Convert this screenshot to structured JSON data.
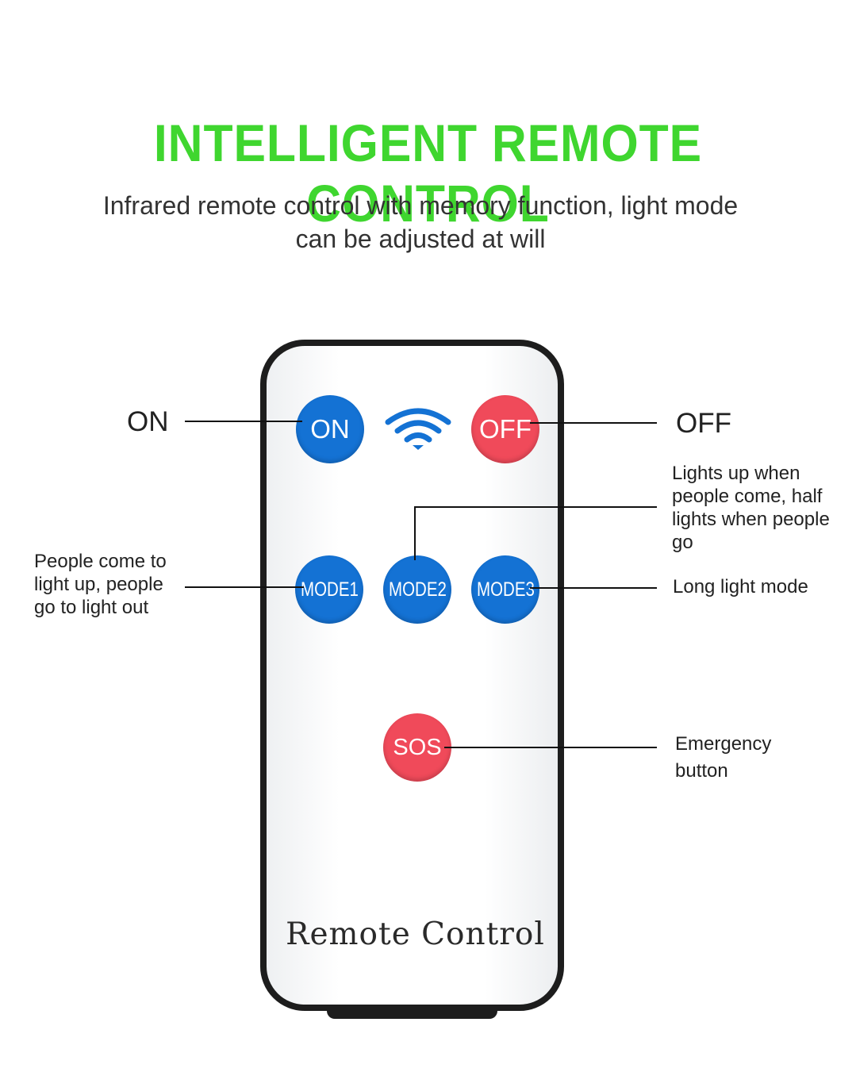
{
  "header": {
    "title": "INTELLIGENT REMOTE CONTROL",
    "subtitle": "Infrared remote control with memory function, light mode can be adjusted at will"
  },
  "remote": {
    "label": "Remote Control",
    "signal_icon": "wifi-signal-icon",
    "buttons": {
      "on": "ON",
      "off": "OFF",
      "mode1": "MODE1",
      "mode2": "MODE2",
      "mode3": "MODE3",
      "sos": "SOS"
    }
  },
  "callouts": {
    "on": "ON",
    "off": "OFF",
    "mode1": "People come to light up, people go to light out",
    "mode2": "Lights up when people come, half lights when people go",
    "mode3": "Long light mode",
    "sos": "Emergency button"
  },
  "colors": {
    "title_green": "#3fd62f",
    "button_blue": "#1472d4",
    "button_red": "#f04a5a"
  }
}
